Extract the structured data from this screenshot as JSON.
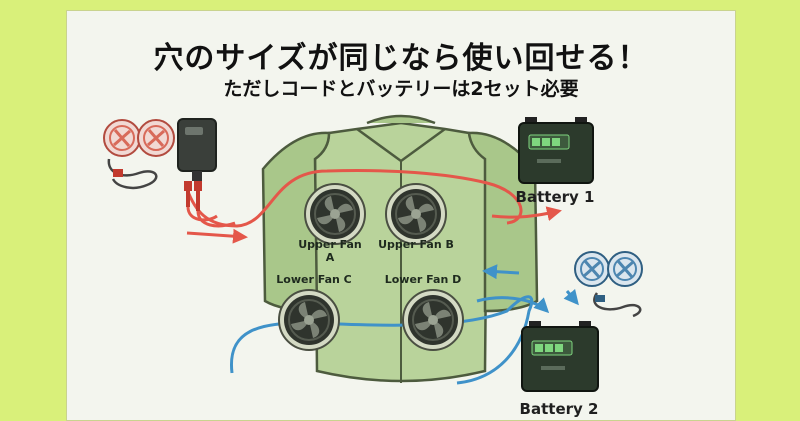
{
  "title": "穴のサイズが同じなら使い回せる！",
  "subtitle": "ただしコードとバッテリーは2セット必要",
  "fans": {
    "upper_a": {
      "line1": "Upper Fan",
      "line2": "A"
    },
    "upper_b": "Upper Fan B",
    "lower_c": "Lower Fan C",
    "lower_d": "Lower Fan D"
  },
  "batteries": {
    "battery1": "Battery 1",
    "battery2": "Battery 2"
  },
  "colors": {
    "background": "#d9f07a",
    "vest": "#b9d39b",
    "red_cable": "#e4574a",
    "blue_cable": "#3f92c9",
    "battery_body": "#2c3a2c",
    "fan_red": "#d86a5a",
    "fan_blue": "#4d86b0"
  },
  "icons": [
    "red-fan-set-icon",
    "power-pack-icon",
    "blue-fan-set-icon",
    "battery-icon",
    "fan-icon"
  ]
}
